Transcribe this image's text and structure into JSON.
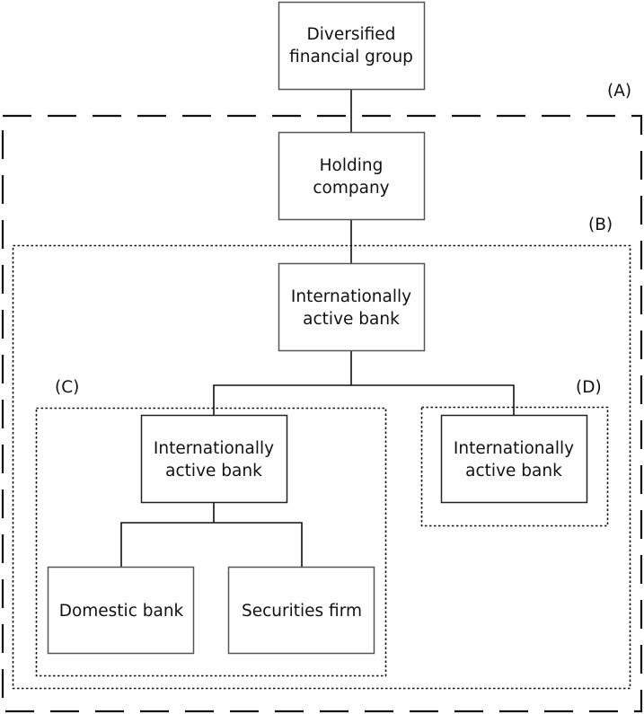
{
  "diagram": {
    "title": "",
    "nodes": {
      "diversified_group": {
        "lines": [
          "Diversified",
          "financial group"
        ]
      },
      "holding_company": {
        "lines": [
          "Holding",
          "company"
        ]
      },
      "intl_bank_top": {
        "lines": [
          "Internationally",
          "active bank"
        ]
      },
      "intl_bank_c": {
        "lines": [
          "Internationally",
          "active bank"
        ]
      },
      "intl_bank_d": {
        "lines": [
          "Internationally",
          "active bank"
        ]
      },
      "domestic_bank": {
        "lines": [
          "Domestic bank"
        ]
      },
      "securities_firm": {
        "lines": [
          "Securities firm"
        ]
      }
    },
    "regions": {
      "A": {
        "label": "(A)",
        "style": "dashed"
      },
      "B": {
        "label": "(B)",
        "style": "dotted"
      },
      "C": {
        "label": "(C)",
        "style": "dotted"
      },
      "D": {
        "label": "(D)",
        "style": "dotted"
      }
    },
    "edges": [
      [
        "diversified_group",
        "holding_company"
      ],
      [
        "holding_company",
        "intl_bank_top"
      ],
      [
        "intl_bank_top",
        "intl_bank_c"
      ],
      [
        "intl_bank_top",
        "intl_bank_d"
      ],
      [
        "intl_bank_c",
        "domestic_bank"
      ],
      [
        "intl_bank_c",
        "securities_firm"
      ]
    ],
    "colors": {
      "line": "#111111",
      "box_border": "#555555",
      "background": "#ffffff"
    }
  }
}
